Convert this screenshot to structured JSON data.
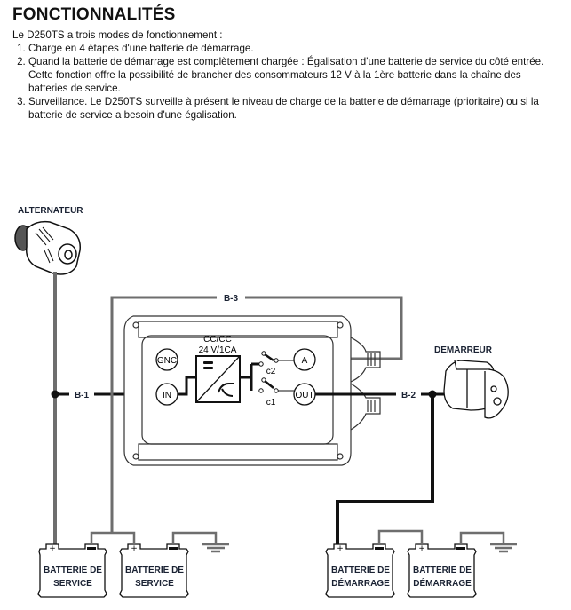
{
  "header": {
    "title": "FONCTIONNALITÉS",
    "intro": "Le D250TS a trois modes de fonctionnement :",
    "items": [
      "Charge en 4 étapes d'une batterie de démarrage.",
      "Quand la batterie de démarrage est complètement chargée : Égalisation d'une batterie de service du côté entrée. Cette fonction offre la possibilité de brancher des consommateurs 12 V à la 1ère batterie dans la chaîne des batteries de service.",
      "Surveillance. Le D250TS surveille à présent le niveau de charge de la batterie de démarrage (prioritaire) ou si la batterie de service a besoin d'une égalisation."
    ]
  },
  "diagram": {
    "alternator_label": "ALTERNATEUR",
    "starter_label": "DEMARREUR",
    "wire_labels": {
      "b1": "B-1",
      "b2": "B-2",
      "b3": "B-3"
    },
    "device": {
      "converter_line1": "CC/CC",
      "converter_line2": "24 V/1CA",
      "terminals": {
        "gnc": "GNC",
        "in": "IN",
        "a": "A",
        "out": "OUT"
      },
      "switches": {
        "c1": "c1",
        "c2": "c2"
      }
    },
    "batteries": [
      {
        "line1": "BATTERIE DE",
        "line2": "SERVICE"
      },
      {
        "line1": "BATTERIE DE",
        "line2": "SERVICE"
      },
      {
        "line1": "BATTERIE DE",
        "line2": "DÉMARRAGE"
      },
      {
        "line1": "BATTERIE DE",
        "line2": "DÉMARRAGE"
      }
    ],
    "polarity": {
      "plus": "+",
      "minus": "−"
    },
    "colors": {
      "wire_grey": "#6e6e6e",
      "wire_black": "#111111"
    }
  }
}
